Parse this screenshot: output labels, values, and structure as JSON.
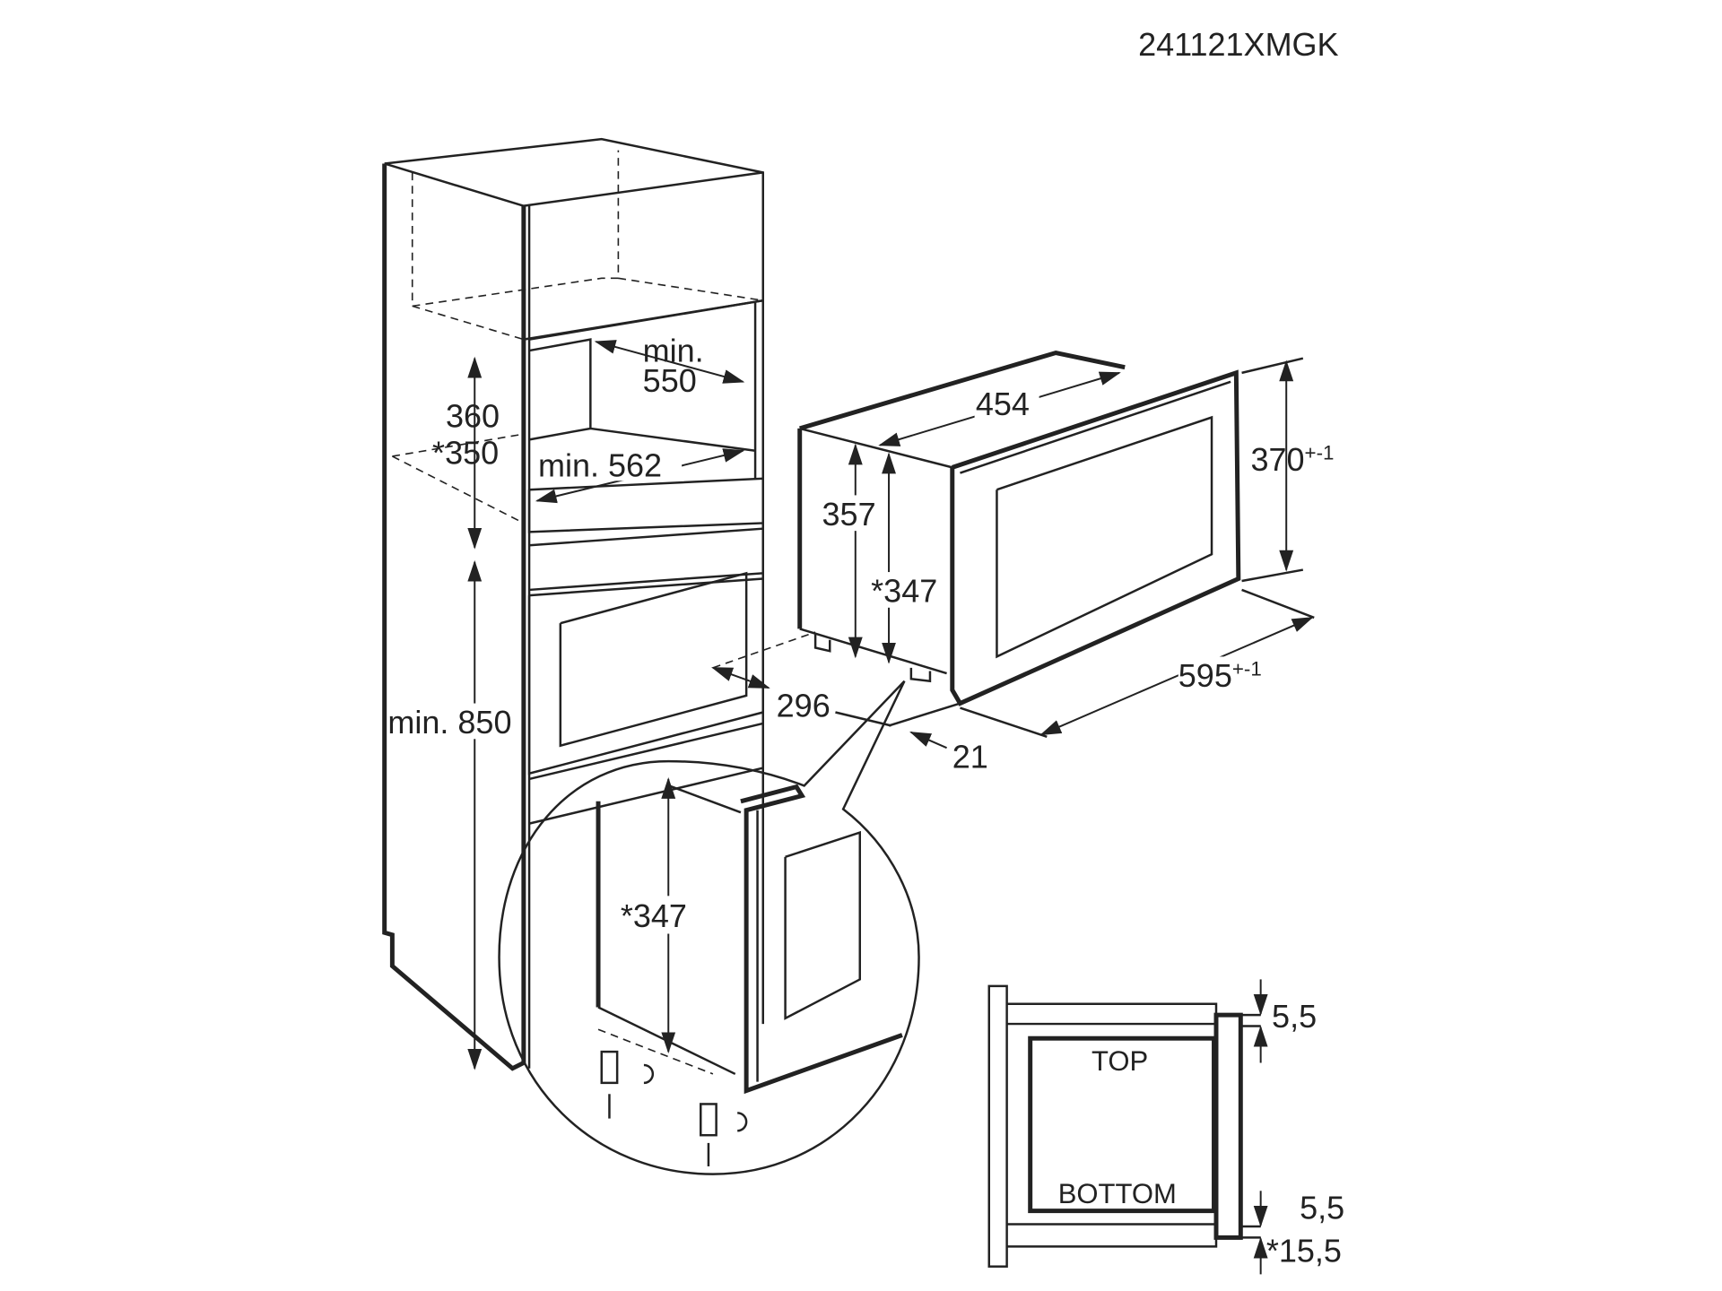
{
  "model_code": "241121XMGK",
  "cabinet": {
    "min_550_a": "min.",
    "min_550_b": "550",
    "height_360": "360",
    "height_350": "*350",
    "min_562": "min. 562",
    "min_850": "min. 850"
  },
  "appliance": {
    "depth_454": "454",
    "height_357": "357",
    "height_347": "*347",
    "height_370": "370",
    "height_370_tol": "+-1",
    "width_595": "595",
    "width_595_tol": "+-1",
    "depth_296": "296",
    "frame_21": "21"
  },
  "detail_circle": {
    "height_347": "*347"
  },
  "section": {
    "top_label": "TOP",
    "bottom_label": "BOTTOM",
    "gap_top": "5,5",
    "gap_bottom": "5,5",
    "gap_bottom_star": "*15,5"
  }
}
